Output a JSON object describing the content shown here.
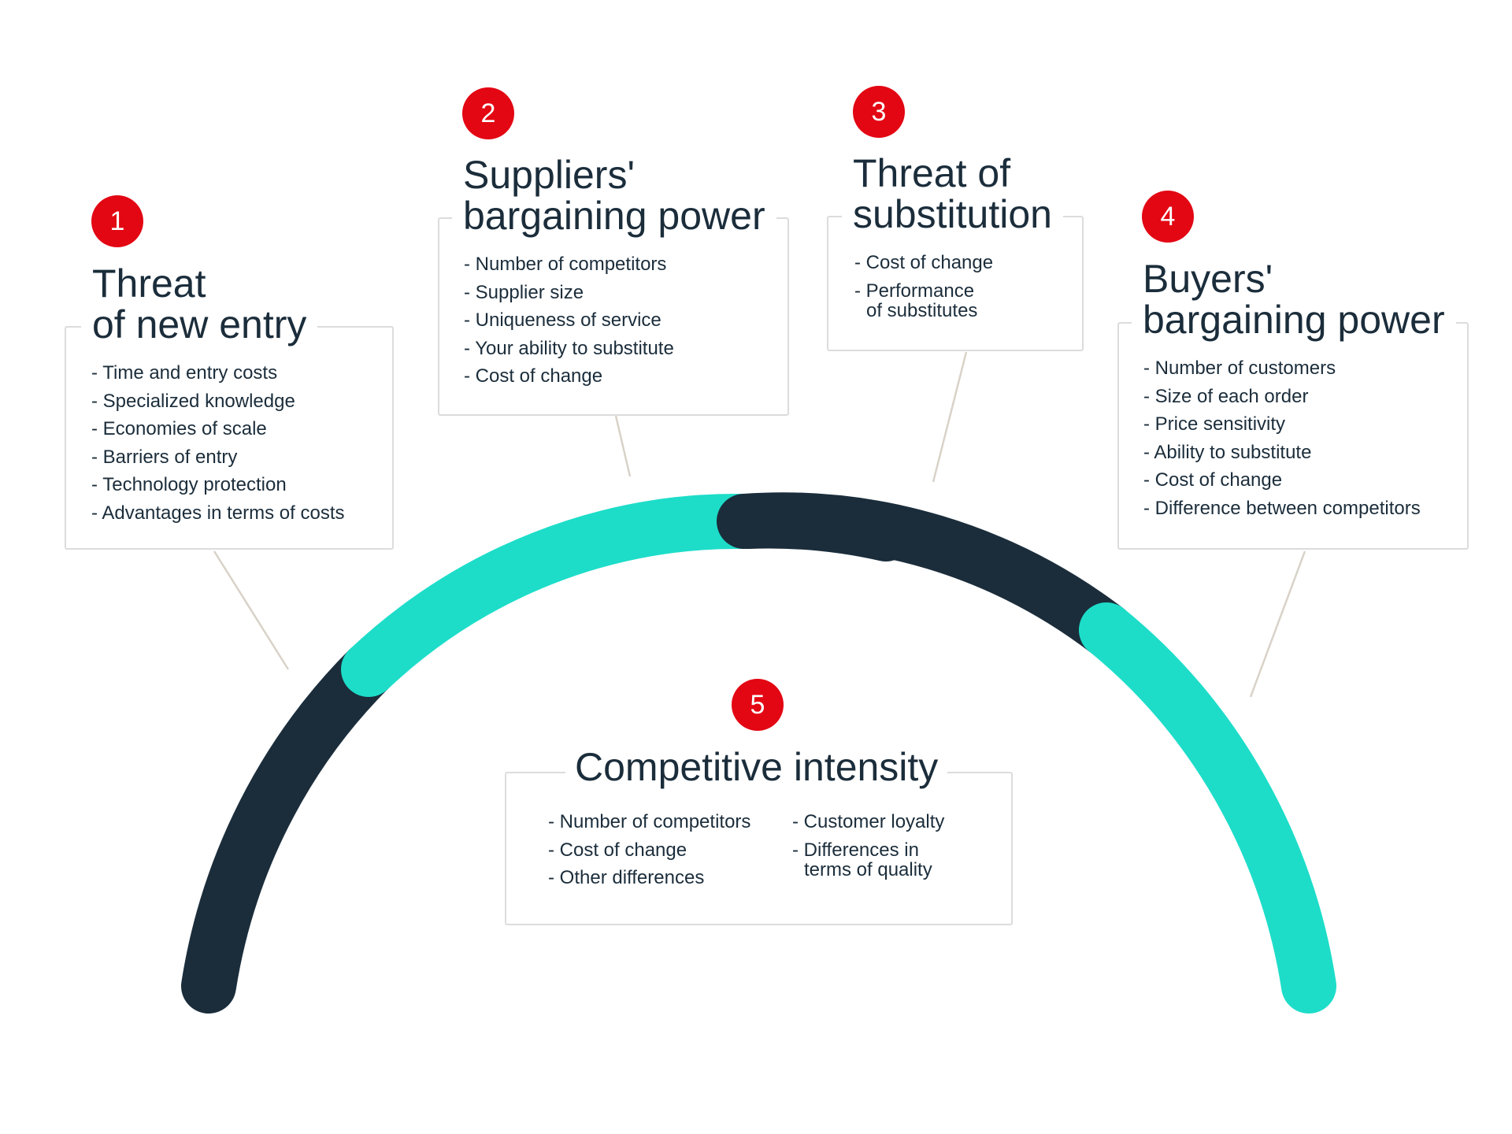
{
  "colors": {
    "teal": "#1dddc9",
    "navy": "#1b2d3b",
    "badge_red": "#e30613",
    "box_border": "#dcdcdc",
    "connector": "#d8d2c8"
  },
  "forces": [
    {
      "number": "1",
      "title_lines": [
        "Threat",
        "of new entry"
      ],
      "items": [
        "- Time and entry costs",
        "- Specialized knowledge",
        "- Economies of scale",
        "- Barriers of entry",
        "- Technology protection",
        "- Advantages in terms of costs"
      ]
    },
    {
      "number": "2",
      "title_lines": [
        "Suppliers'",
        "bargaining power"
      ],
      "items": [
        "- Number of competitors",
        "- Supplier size",
        "- Uniqueness of service",
        "- Your ability to substitute",
        "- Cost of change"
      ]
    },
    {
      "number": "3",
      "title_lines": [
        "Threat of",
        "substitution"
      ],
      "items": [
        "- Cost of change",
        "- Performance",
        "of substitutes"
      ]
    },
    {
      "number": "4",
      "title_lines": [
        "Buyers'",
        "bargaining power"
      ],
      "items": [
        "- Number of customers",
        "- Size of each order",
        "- Price sensitivity",
        "- Ability to substitute",
        "- Cost of change",
        "- Difference between competitors"
      ]
    },
    {
      "number": "5",
      "title": "Competitive intensity",
      "items_left": [
        "- Number of competitors",
        "- Cost of change",
        "- Other differences"
      ],
      "items_right": [
        "- Customer loyalty",
        "- Differences in",
        "terms of quality"
      ]
    }
  ]
}
